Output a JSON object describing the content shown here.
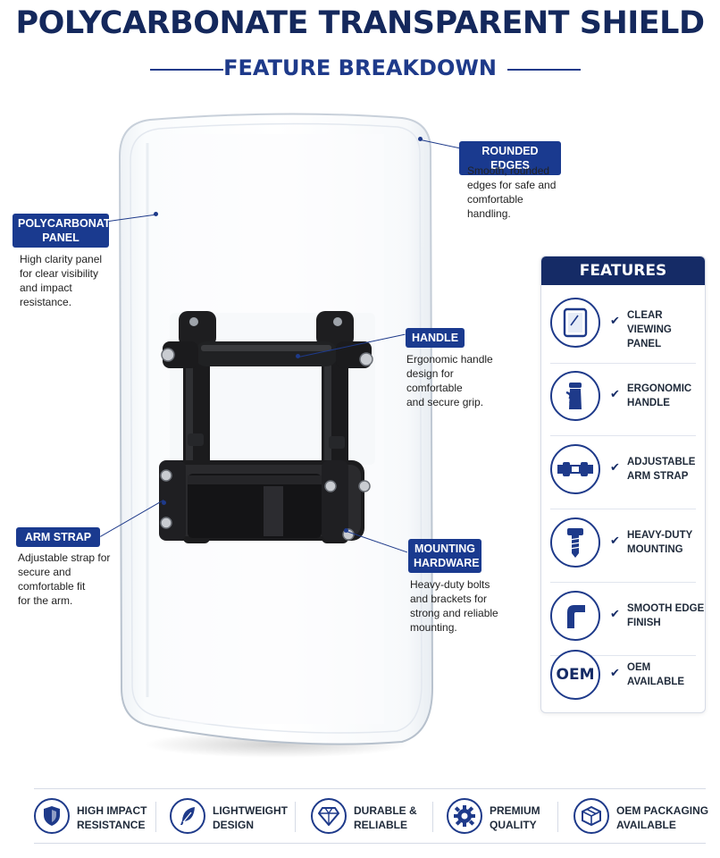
{
  "header": {
    "title": "POLYCARBONATE TRANSPARENT SHIELD",
    "subtitle": "FEATURE BREAKDOWN"
  },
  "callouts": {
    "rounded_edges": {
      "tag": "ROUNDED EDGES",
      "desc": [
        "Smooth, rounded",
        "edges for safe and",
        "comfortable",
        "handling."
      ]
    },
    "panel": {
      "tag": [
        "POLYCARBONATE",
        "PANEL"
      ],
      "desc": [
        "High clarity panel",
        "for clear visibility",
        "and impact",
        "resistance."
      ]
    },
    "handle": {
      "tag": "HANDLE",
      "desc": [
        "Ergonomic handle",
        "design for",
        "comfortable",
        "and secure grip."
      ]
    },
    "arm_strap": {
      "tag": "ARM STRAP",
      "desc": [
        "Adjustable strap for",
        "secure and",
        "comfortable fit",
        "for the arm."
      ]
    },
    "mounting": {
      "tag": [
        "MOUNTING",
        "HARDWARE"
      ],
      "desc": [
        "Heavy-duty bolts",
        "and brackets for",
        "strong and reliable",
        "mounting."
      ]
    }
  },
  "features": {
    "heading": "FEATURES",
    "check": "✔",
    "items": [
      {
        "label": [
          "CLEAR VIEWING",
          "PANEL"
        ],
        "icon": "clear-panel-icon"
      },
      {
        "label": [
          "ERGONOMIC",
          "HANDLE"
        ],
        "icon": "handle-grip-icon"
      },
      {
        "label": [
          "ADJUSTABLE",
          "ARM STRAP"
        ],
        "icon": "strap-icon"
      },
      {
        "label": [
          "HEAVY-DUTY",
          "MOUNTING"
        ],
        "icon": "bolt-icon"
      },
      {
        "label": [
          "SMOOTH EDGE",
          "FINISH"
        ],
        "icon": "edge-icon"
      },
      {
        "label": [
          "OEM",
          "AVAILABLE"
        ],
        "icon": "oem-icon",
        "icon_text": "OEM"
      }
    ]
  },
  "bottom_bar": [
    {
      "label": [
        "HIGH IMPACT",
        "RESISTANCE"
      ],
      "icon": "shield-icon"
    },
    {
      "label": [
        "LIGHTWEIGHT",
        "DESIGN"
      ],
      "icon": "feather-icon"
    },
    {
      "label": [
        "DURABLE &",
        "RELIABLE"
      ],
      "icon": "diamond-icon"
    },
    {
      "label": [
        "PREMIUM",
        "QUALITY"
      ],
      "icon": "gear-icon"
    },
    {
      "label": [
        "OEM PACKAGING",
        "AVAILABLE"
      ],
      "icon": "box-icon"
    }
  ],
  "colors": {
    "navy": "#152b66",
    "accent": "#1e3a8a"
  }
}
